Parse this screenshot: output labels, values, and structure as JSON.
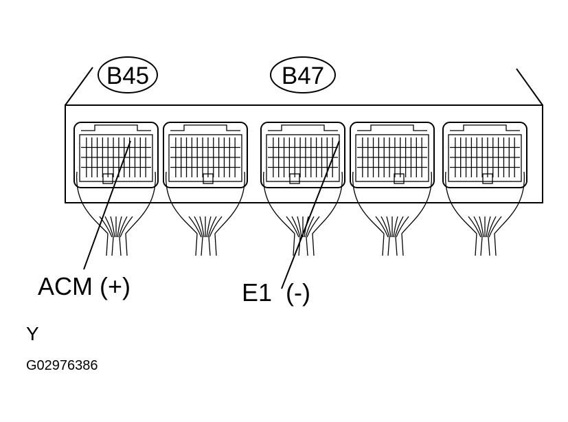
{
  "diagram": {
    "connector_labels": [
      "B45",
      "B47"
    ],
    "terminals": {
      "acm": "ACM (+)",
      "e1": "E1  (-)"
    },
    "view_label": "Y",
    "figure_code": "G02976386"
  },
  "colors": {
    "ink": "#000000",
    "background": "#ffffff"
  }
}
